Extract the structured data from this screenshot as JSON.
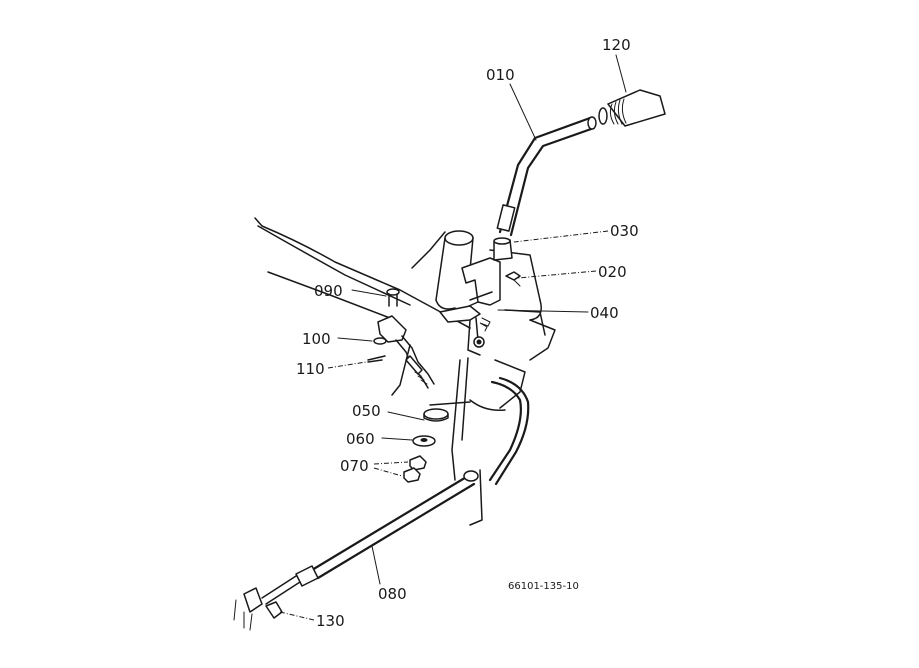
{
  "callouts": {
    "p010": "010",
    "p020": "020",
    "p030": "030",
    "p040": "040",
    "p050": "050",
    "p060": "060",
    "p070": "070",
    "p080": "080",
    "p090": "090",
    "p100": "100",
    "p110": "110",
    "p120": "120",
    "p130": "130"
  },
  "figure_id": "66101-135-10"
}
